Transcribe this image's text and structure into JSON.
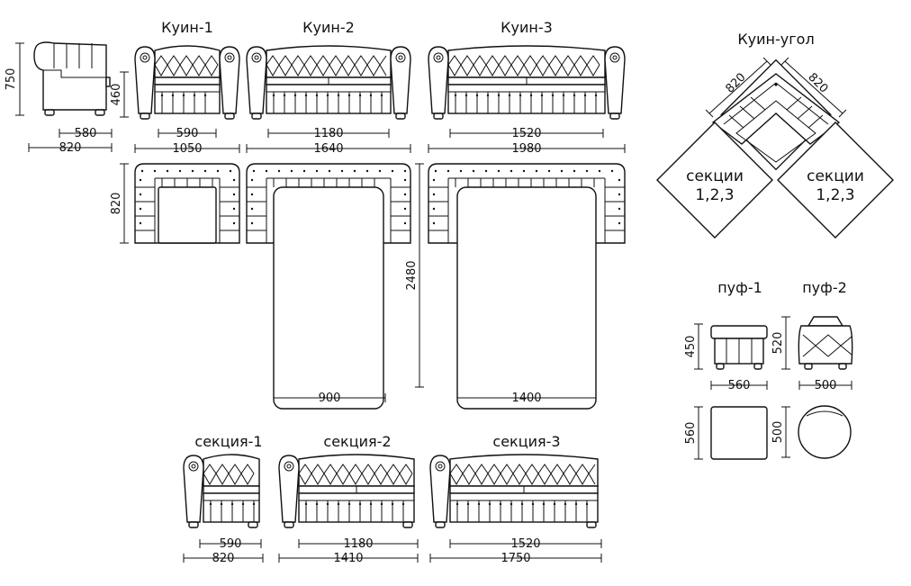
{
  "titles": {
    "kuin1": "Куин-1",
    "kuin2": "Куин-2",
    "kuin3": "Куин-3",
    "corner": "Куин-угол",
    "puf1": "пуф-1",
    "puf2": "пуф-2",
    "sekc1": "секция-1",
    "sekc2": "секция-2",
    "sekc3": "секция-3"
  },
  "dims": {
    "side_h": "750",
    "side_inner_w": "580",
    "side_outer_w": "820",
    "k1_h": "460",
    "k1_seat": "590",
    "k1_total": "1050",
    "k2_seat": "1180",
    "k2_total": "1640",
    "k3_seat": "1520",
    "k3_total": "1980",
    "depth": "820",
    "bed_len": "2480",
    "bed1_w": "900",
    "bed2_w": "1400",
    "corner_a": "820",
    "corner_b": "820",
    "p1_h": "450",
    "p1_w": "560",
    "p2_h": "520",
    "p2_w": "500",
    "p1_top": "560",
    "p2_top": "500",
    "s1_seat": "590",
    "s1_total": "820",
    "s2_seat": "1180",
    "s2_total": "1410",
    "s3_seat": "1520",
    "s3_total": "1750"
  },
  "corner_sections": {
    "left_line1": "секции",
    "left_line2": "1,2,3",
    "right_line1": "секции",
    "right_line2": "1,2,3"
  }
}
